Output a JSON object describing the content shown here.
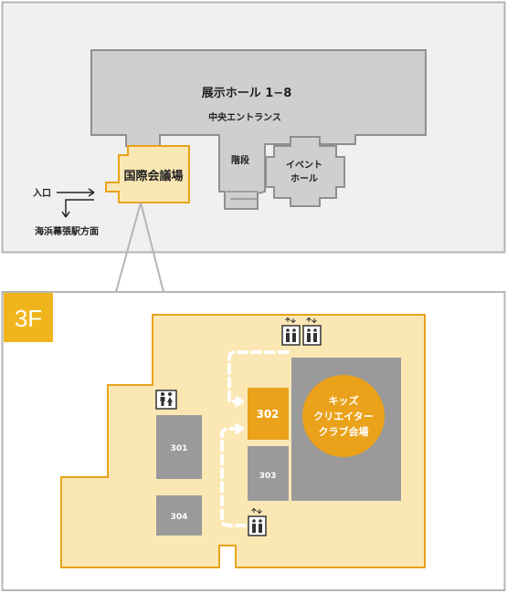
{
  "overview": {
    "hall_label": "展示ホール 1−8",
    "entrance_label": "中央エントランス",
    "stairs_label": "階段",
    "event_hall_line1": "イベント",
    "event_hall_line2": "ホール",
    "conference_label": "国際会議場",
    "entry_label": "入口",
    "station_label": "海浜幕張駅方面"
  },
  "floor": {
    "badge": "3F",
    "rooms": {
      "r301": "301",
      "r302": "302",
      "r303": "303",
      "r304": "304"
    },
    "venue_line1": "キッズ",
    "venue_line2": "クリエイター",
    "venue_line3": "クラブ会場"
  },
  "icons": {
    "restroom": "restroom-icon",
    "elevator": "elevator-icon"
  },
  "colors": {
    "hall_gray": "#cfcfcf",
    "room_gray": "#9a9a9a",
    "floor_fill": "#fbe7b4",
    "accent_orange": "#e9a21a",
    "badge_yellow": "#f0b51c",
    "frame_gray": "#b5b5b5"
  }
}
